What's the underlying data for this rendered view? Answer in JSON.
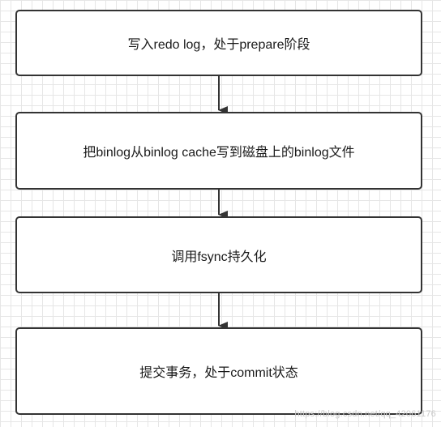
{
  "diagram": {
    "steps": [
      {
        "label": "写入redo log，处于prepare阶段"
      },
      {
        "label": "把binlog从binlog cache写到磁盘上的binlog文件"
      },
      {
        "label": "调用fsync持久化"
      },
      {
        "label": "提交事务，处于commit状态"
      }
    ],
    "colors": {
      "box_border": "#333333",
      "arrow": "#333333",
      "grid": "#e6e6e6",
      "background": "#ffffff"
    }
  },
  "watermark": {
    "text": "https://blog.csdn.net/qq_42061176"
  }
}
